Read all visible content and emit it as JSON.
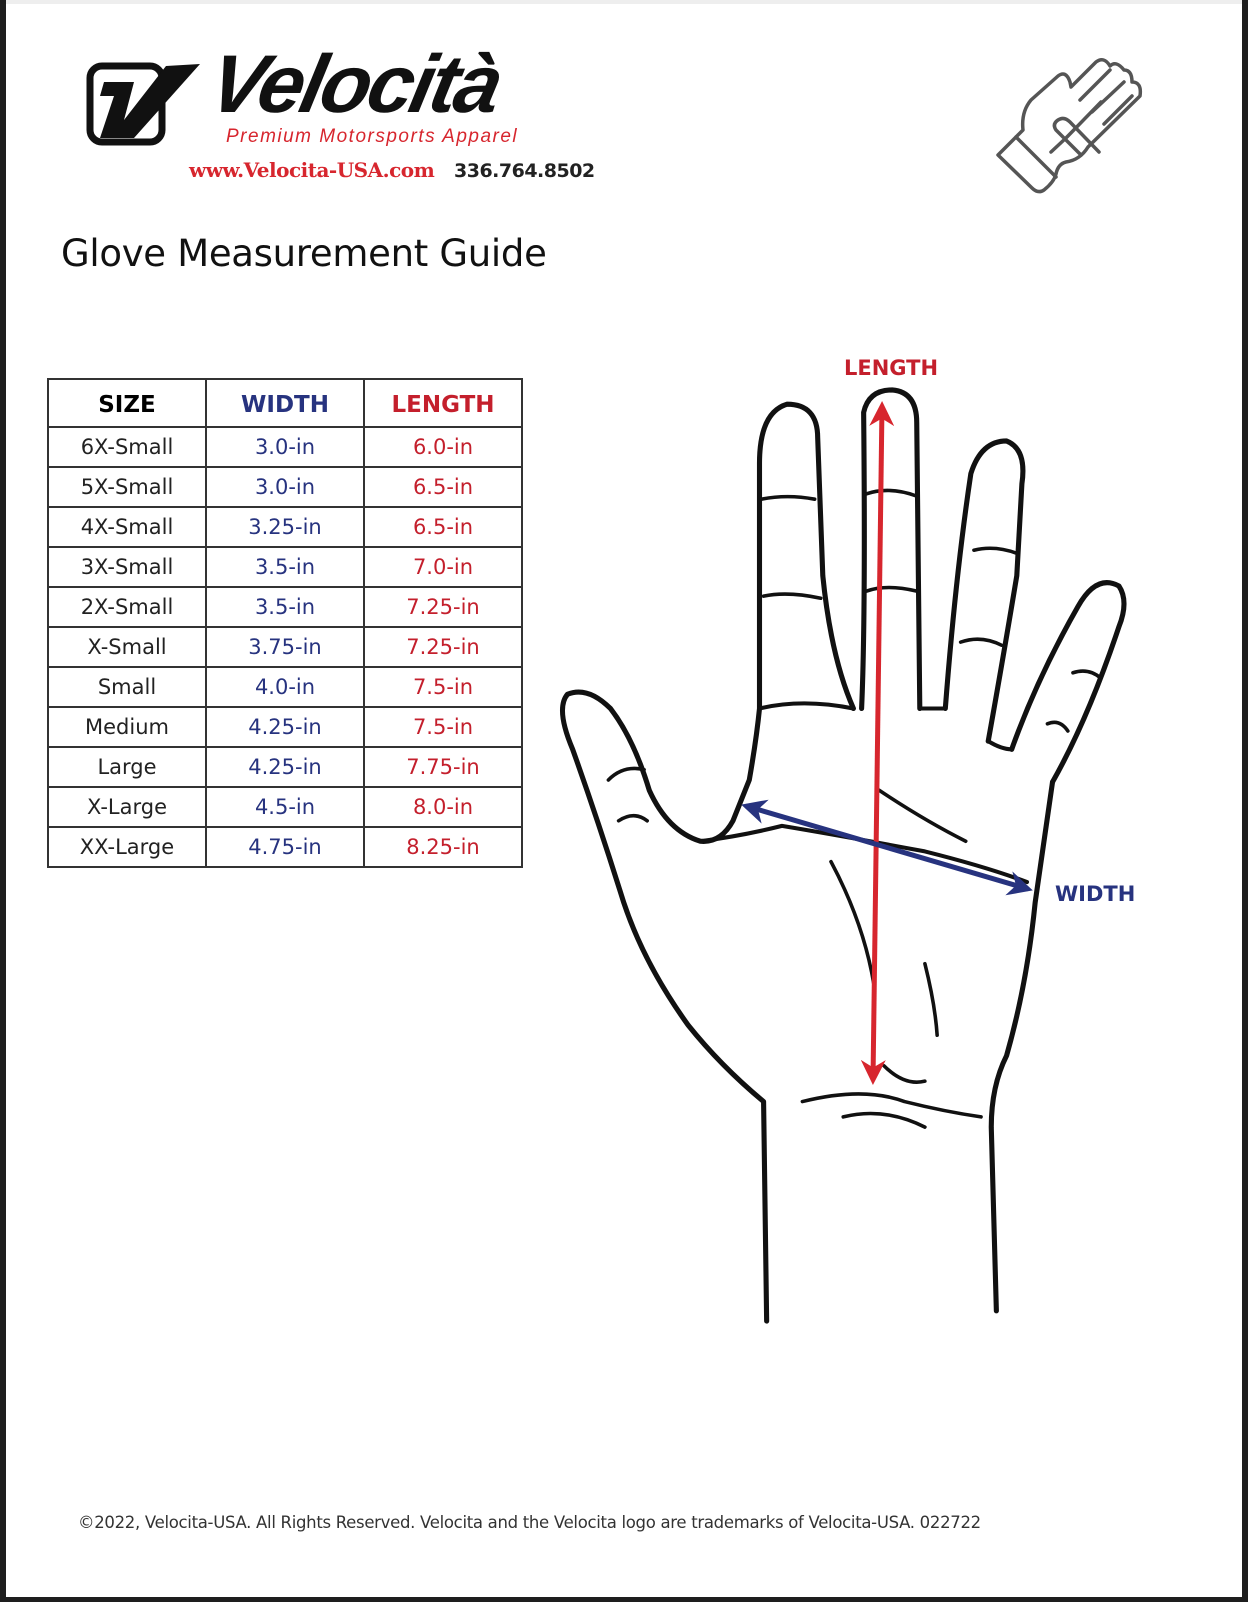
{
  "brand": {
    "logo_text": "Velocità",
    "tagline": "Premium Motorsports Apparel",
    "website": "www.Velocita-USA.com",
    "phone": "336.764.8502",
    "accent_color": "#d7262e"
  },
  "title": "Glove Measurement Guide",
  "icons": {
    "glove": "glove-icon"
  },
  "table": {
    "headers": [
      "SIZE",
      "WIDTH",
      "LENGTH"
    ],
    "rows": [
      [
        "6X-Small",
        "3.0-in",
        "6.0-in"
      ],
      [
        "5X-Small",
        "3.0-in",
        "6.5-in"
      ],
      [
        "4X-Small",
        "3.25-in",
        "6.5-in"
      ],
      [
        "3X-Small",
        "3.5-in",
        "7.0-in"
      ],
      [
        "2X-Small",
        "3.5-in",
        "7.25-in"
      ],
      [
        "X-Small",
        "3.75-in",
        "7.25-in"
      ],
      [
        "Small",
        "4.0-in",
        "7.5-in"
      ],
      [
        "Medium",
        "4.25-in",
        "7.5-in"
      ],
      [
        "Large",
        "4.25-in",
        "7.75-in"
      ],
      [
        "X-Large",
        "4.5-in",
        "8.0-in"
      ],
      [
        "XX-Large",
        "4.75-in",
        "8.25-in"
      ]
    ],
    "width_color": "#27337f",
    "length_color": "#c41f2c"
  },
  "diagram": {
    "length_label": "LENGTH",
    "width_label": "WIDTH"
  },
  "footer": "©2022, Velocita-USA. All Rights Reserved. Velocita and the Velocita logo are trademarks of Velocita-USA. 022722"
}
